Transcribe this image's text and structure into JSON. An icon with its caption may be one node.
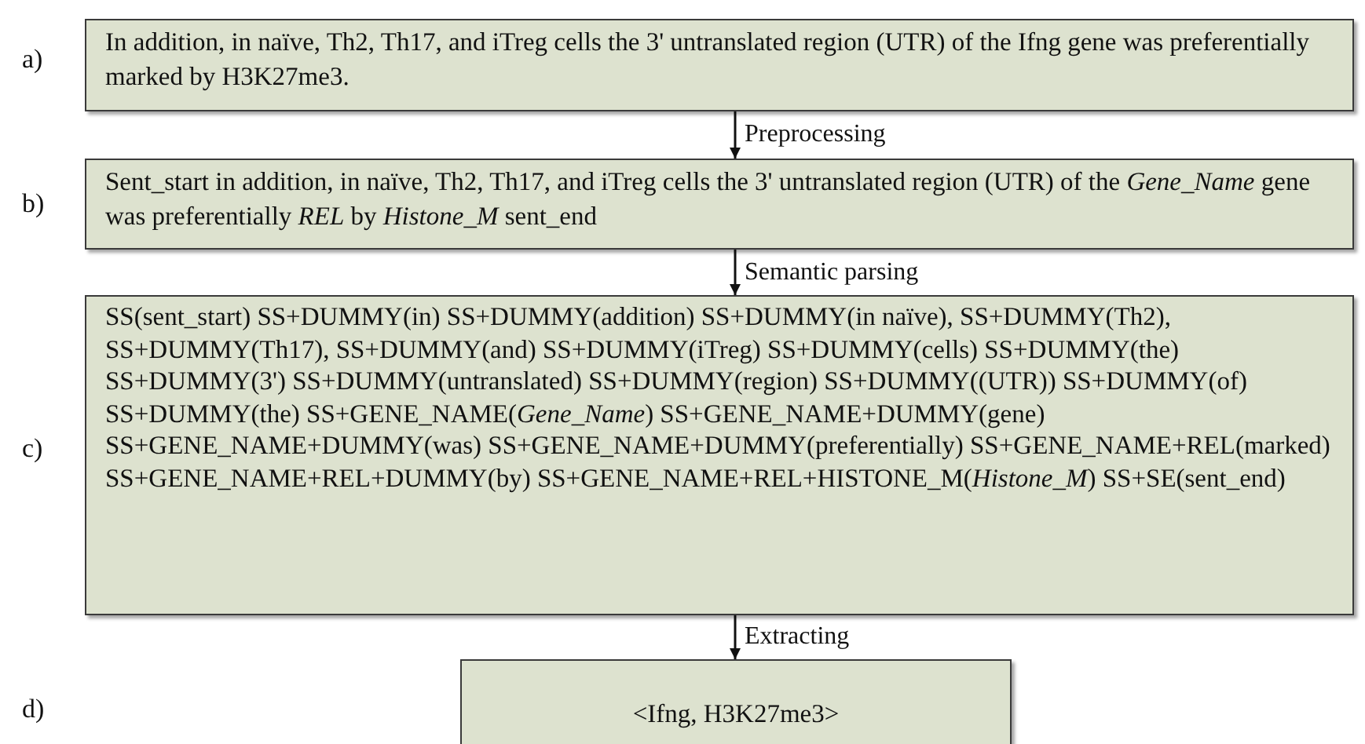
{
  "diagram": {
    "nodes": [
      {
        "text": [
          "In addition, in naïve, Th2, Th17, and iTreg cells the 3' untranslated region (UTR) of the Ifng gene was preferentially marked by H3K27me3."
        ]
      },
      {
        "text": [
          "Sent_start in addition, in naïve, Th2, Th17, and iTreg cells the 3' untranslated region (UTR) of the *Gene_Name* gene was preferentially *REL* by *Histone_M* sent_end"
        ]
      },
      {
        "text": [
          "SS(sent_start) SS+DUMMY(in) SS+DUMMY(addition) SS+DUMMY(in naïve), SS+DUMMY(Th2), SS+DUMMY(Th17), SS+DUMMY(and) SS+DUMMY(iTreg) SS+DUMMY(cells) SS+DUMMY(the) SS+DUMMY(3') SS+DUMMY(untranslated) SS+DUMMY(region) SS+DUMMY((UTR)) SS+DUMMY(of) SS+DUMMY(the) SS+GENE_NAME(*Gene_Name*) SS+GENE_NAME+DUMMY(gene) SS+GENE_NAME+DUMMY(was) SS+GENE_NAME+DUMMY(preferentially) SS+GENE_NAME+REL(marked) SS+GENE_NAME+REL+DUMMY(by) SS+GENE_NAME+REL+HISTONE_M(*Histone_M*) SS+SE(sent_end)"
        ]
      },
      {
        "text": [
          "<Ifng, H3K27me3>"
        ]
      }
    ],
    "edges": [
      {
        "from": 0,
        "to": 1,
        "arrow": "to",
        "label": "Preprocessing"
      },
      {
        "from": 1,
        "to": 2,
        "arrow": "to",
        "label": "Semantic parsing"
      },
      {
        "from": 2,
        "to": 3,
        "arrow": "to",
        "label": "Extracting"
      }
    ],
    "labels": [
      "a)",
      "b)",
      "c)",
      "d)"
    ]
  }
}
